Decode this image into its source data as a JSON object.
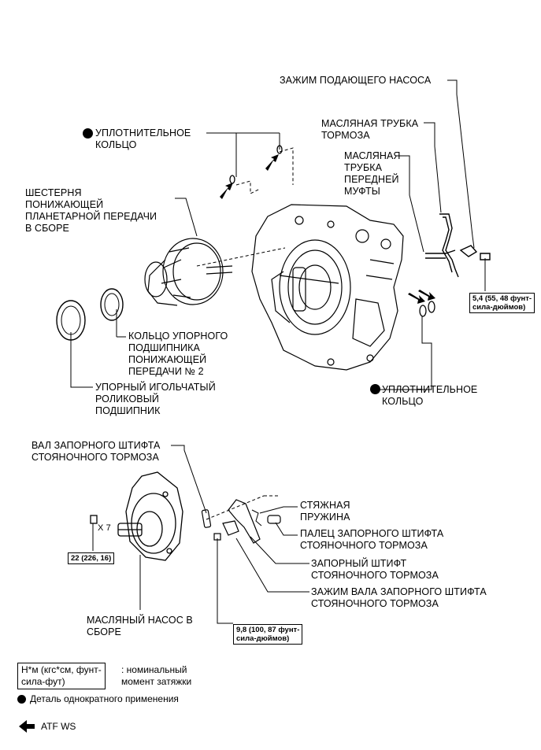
{
  "labels": {
    "pump_clamp": "ЗАЖИМ ПОДАЮЩЕГО НАСОСА",
    "brake_oil_tube": "МАСЛЯНАЯ ТРУБКА\nТОРМОЗА",
    "front_clutch_tube": "МАСЛЯНАЯ\nТРУБКА\nПЕРЕДНЕЙ\nМУФТЫ",
    "seal_ring_top": "УПЛОТНИТЕЛЬНОЕ\nКОЛЬЦО",
    "reduction_gear": "ШЕСТЕРНЯ\nПОНИЖАЮЩЕЙ\nПЛАНЕТАРНОЙ ПЕРЕДАЧИ\nВ СБОРЕ",
    "thrust_ring": "КОЛЬЦО УПОРНОГО\nПОДШИПНИКА\nПОНИЖАЮЩЕЙ\nПЕРЕДАЧИ № 2",
    "needle_bearing": "УПОРНЫЙ ИГОЛЬЧАТЫЙ\nРОЛИКОВЫЙ\nПОДШИПНИК",
    "seal_ring_right": "УПЛОТНИТЕЛЬНОЕ\nКОЛЬЦО",
    "parking_pawl_shaft": "ВАЛ ЗАПОРНОГО ШТИФТА\nСТОЯНОЧНОГО ТОРМОЗА",
    "tension_spring": "СТЯЖНАЯ\nПРУЖИНА",
    "pawl_finger": "ПАЛЕЦ ЗАПОРНОГО ШТИФТА\nСТОЯНОЧНОГО ТОРМОЗА",
    "parking_pawl": "ЗАПОРНЫЙ ШТИФТ\nСТОЯНОЧНОГО ТОРМОЗА",
    "pawl_shaft_clamp": "ЗАЖИМ ВАЛА ЗАПОРНОГО ШТИФТА\nСТОЯНОЧНОГО ТОРМОЗА",
    "oil_pump": "МАСЛЯНЫЙ НАСОС В\nСБОРЕ",
    "bolt_count": "X 7"
  },
  "torques": {
    "t1": "5,4 (55, 48 фунт-\nсила-дюймов)",
    "t2": "22 (226, 16)",
    "t3": "9,8 (100, 87 фунт-\nсила-дюймов)"
  },
  "legend": {
    "unit_box": "Н*м (кгс*см, фунт-\nсила-фут)",
    "unit_desc": ": номинальный\nмомент затяжки",
    "single_use": "Деталь однократного применения",
    "atf": "ATF WS"
  }
}
